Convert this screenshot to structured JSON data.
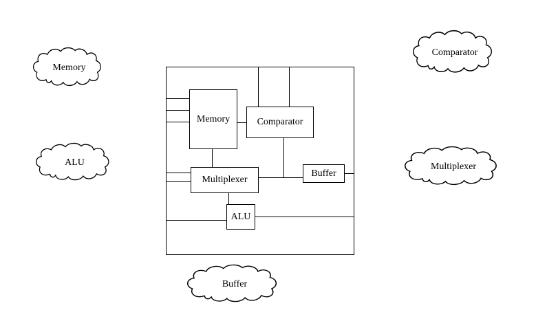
{
  "diagram": {
    "blocks": {
      "memory": {
        "label": "Memory"
      },
      "comparator": {
        "label": "Comparator"
      },
      "multiplexer": {
        "label": "Multiplexer"
      },
      "buffer": {
        "label": "Buffer"
      },
      "alu": {
        "label": "ALU"
      }
    }
  },
  "clouds": {
    "memory": {
      "label": "Memory"
    },
    "comparator": {
      "label": "Comparator"
    },
    "alu": {
      "label": "ALU"
    },
    "multiplexer": {
      "label": "Multiplexer"
    },
    "buffer": {
      "label": "Buffer"
    }
  },
  "colors": {
    "stroke": "#000000",
    "background": "#ffffff"
  }
}
